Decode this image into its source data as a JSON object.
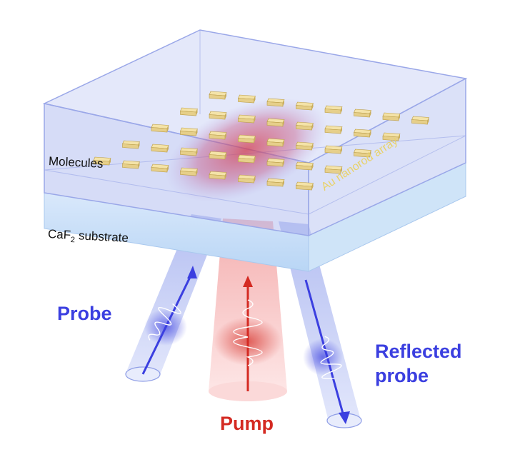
{
  "labels": {
    "molecules": "Molecules",
    "substrate_main": "CaF",
    "substrate_sub": "2",
    "substrate_rest": " substrate",
    "array": "Au nanorod array",
    "probe": "Probe",
    "reflected_line1": "Reflected",
    "reflected_line2": "probe",
    "pump": "Pump"
  },
  "colors": {
    "probe": "#3b3fe0",
    "pump": "#d42a22",
    "nanorod": "#e6cf8a",
    "array_text": "#e8d26a",
    "substrate": "#bcd9f5",
    "slab_edge": "#9aa7e8"
  },
  "nanorod_array": {
    "rows": 5,
    "columns": 8
  }
}
